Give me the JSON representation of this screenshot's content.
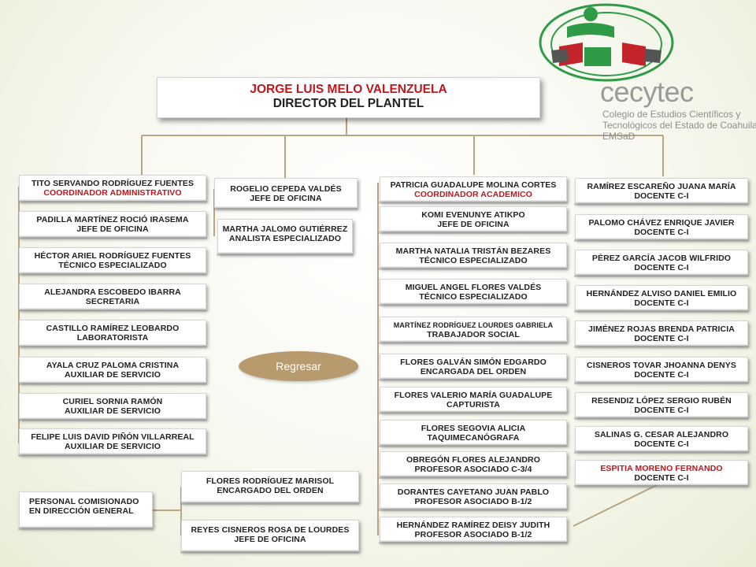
{
  "director": {
    "name": "JORGE LUIS MELO VALENZUELA",
    "title": "DIRECTOR DEL PLANTEL"
  },
  "brand": {
    "name": "cecytec",
    "tagline": [
      "Colegio de Estudios Científicos y",
      "Tecnológicos del Estado de Coahuila",
      "EMSaD"
    ]
  },
  "regresar_label": "Regresar",
  "col1": [
    {
      "name": "TITO SERVANDO RODRÍGUEZ FUENTES",
      "title": "COORDINADOR ADMINISTRATIVO",
      "title_red": true
    },
    {
      "name": "PADILLA MARTÍNEZ ROCIÓ IRASEMA",
      "title": "JEFE DE OFICINA"
    },
    {
      "name": "HÉCTOR ARIEL RODRÍGUEZ FUENTES",
      "title": "TÉCNICO ESPECIALIZADO"
    },
    {
      "name": "ALEJANDRA ESCOBEDO IBARRA",
      "title": "SECRETARIA"
    },
    {
      "name": "CASTILLO RAMÍREZ LEOBARDO",
      "title": "LABORATORISTA"
    },
    {
      "name": "AYALA CRUZ PALOMA CRISTINA",
      "title": "AUXILIAR DE SERVICIO"
    },
    {
      "name": "CURIEL SORNIA RAMÓN",
      "title": "AUXILIAR DE SERVICIO"
    },
    {
      "name": "FELIPE LUIS DAVID PIÑÓN VILLARREAL",
      "title": "AUXILIAR DE SERVICIO"
    }
  ],
  "col2": [
    {
      "name": "ROGELIO CEPEDA VALDÉS",
      "title": "JEFE DE OFICINA"
    },
    {
      "name": "MARTHA JALOMO GUTIÉRREZ",
      "title": "ANALISTA ESPECIALIZADO"
    }
  ],
  "col3": [
    {
      "name": "PATRICIA GUADALUPE MOLINA CORTES",
      "title": "COORDINADOR ACADEMICO",
      "title_red": true
    },
    {
      "name": "KOMI EVENUNYE ATIKPO",
      "title": "JEFE DE OFICINA"
    },
    {
      "name": "MARTHA NATALIA TRISTÁN BEZARES",
      "title": "TÉCNICO ESPECIALIZADO"
    },
    {
      "name": "MIGUEL ANGEL FLORES VALDÉS",
      "title": "TÉCNICO ESPECIALIZADO"
    },
    {
      "name": "MARTÍNEZ RODRÍGUEZ LOURDES GABRIELA",
      "title": "TRABAJADOR SOCIAL",
      "small_name": true
    },
    {
      "name": "FLORES GALVÁN SIMÓN EDGARDO",
      "title": "ENCARGADA DEL ORDEN"
    },
    {
      "name": "FLORES VALERIO MARÍA GUADALUPE",
      "title": "CAPTURISTA"
    },
    {
      "name": "FLORES SEGOVIA ALICIA",
      "title": "TAQUIMECANÓGRAFA"
    },
    {
      "name": "OBREGÓN FLORES ALEJANDRO",
      "title": "PROFESOR ASOCIADO C-3/4"
    },
    {
      "name": "DORANTES CAYETANO JUAN PABLO",
      "title": "PROFESOR ASOCIADO B-1/2"
    },
    {
      "name": "HERNÁNDEZ RAMÍREZ DEISY JUDITH",
      "title": "PROFESOR ASOCIADO B-1/2"
    }
  ],
  "col4": [
    {
      "name": "RAMÍREZ ESCAREÑO JUANA MARÍA",
      "title": "DOCENTE C-I"
    },
    {
      "name": "PALOMO CHÁVEZ ENRIQUE JAVIER",
      "title": "DOCENTE C-I"
    },
    {
      "name": "PÉREZ GARCÍA JACOB WILFRIDO",
      "title": "DOCENTE C-I"
    },
    {
      "name": "HERNÁNDEZ ALVISO DANIEL EMILIO",
      "title": "DOCENTE C-I"
    },
    {
      "name": "JIMÉNEZ ROJAS BRENDA PATRICIA",
      "title": "DOCENTE C-I"
    },
    {
      "name": "CISNEROS TOVAR JHOANNA DENYS",
      "title": "DOCENTE C-I"
    },
    {
      "name": "RESENDIZ LÓPEZ SERGIO RUBÉN",
      "title": "DOCENTE C-I"
    },
    {
      "name": "SALINAS G. CESAR ALEJANDRO",
      "title": "DOCENTE C-I"
    },
    {
      "name": "ESPITIA MORENO FERNANDO",
      "title": "DOCENTE C-I",
      "name_red": true
    }
  ],
  "bottom": {
    "comisionado": {
      "name": "PERSONAL COMISIONADO",
      "title": "EN DIRECCIÓN GENERAL"
    },
    "flores": {
      "name": "FLORES RODRÍGUEZ MARISOL",
      "title": "ENCARGADO DEL ORDEN"
    },
    "reyes": {
      "name": "REYES CISNEROS ROSA DE LOURDES",
      "title": "JEFE DE OFICINA"
    }
  }
}
